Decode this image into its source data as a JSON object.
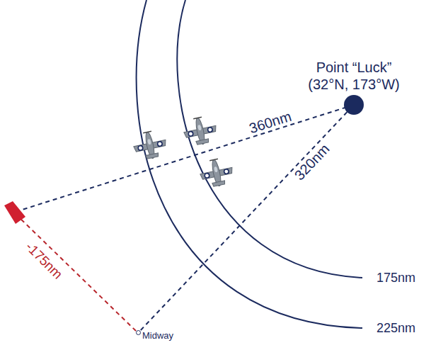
{
  "diagram": {
    "nodes": [
      {
        "text": [
          "Point “Luck”",
          "(32°N, 173°W)"
        ]
      },
      {
        "text": [
          "Midway"
        ]
      }
    ],
    "edges": [
      {
        "from": 0,
        "to": 1,
        "arrow": "none",
        "label": "320nm"
      }
    ],
    "labels": [
      "360nm",
      "-175nm",
      "175nm",
      "225nm"
    ]
  }
}
